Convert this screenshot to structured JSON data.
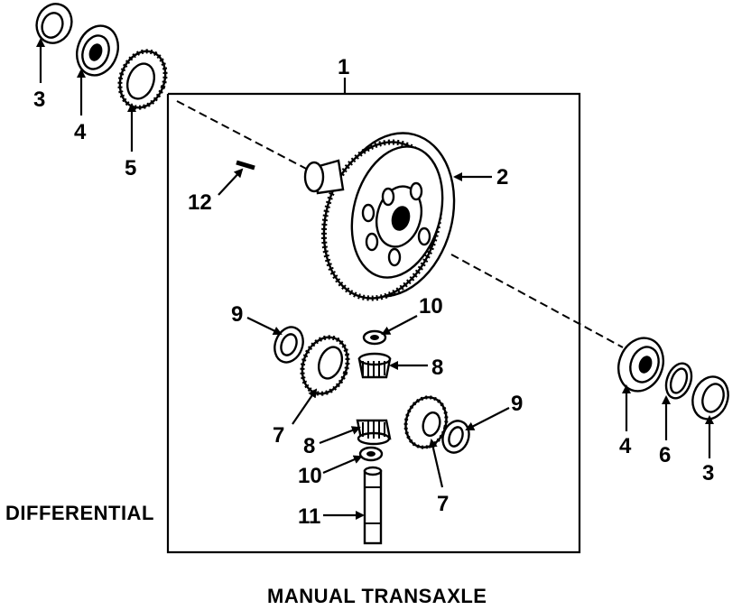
{
  "diagram": {
    "title": "DIFFERENTIAL",
    "caption": "MANUAL TRANSAXLE",
    "callouts": [
      {
        "id": "c1",
        "text": "1"
      },
      {
        "id": "c2",
        "text": "2"
      },
      {
        "id": "c3a",
        "text": "3"
      },
      {
        "id": "c4a",
        "text": "4"
      },
      {
        "id": "c5",
        "text": "5"
      },
      {
        "id": "c12",
        "text": "12"
      },
      {
        "id": "c9a",
        "text": "9"
      },
      {
        "id": "c10a",
        "text": "10"
      },
      {
        "id": "c8a",
        "text": "8"
      },
      {
        "id": "c7a",
        "text": "7"
      },
      {
        "id": "c9b",
        "text": "9"
      },
      {
        "id": "c8b",
        "text": "8"
      },
      {
        "id": "c10b",
        "text": "10"
      },
      {
        "id": "c7b",
        "text": "7"
      },
      {
        "id": "c11",
        "text": "11"
      },
      {
        "id": "c4b",
        "text": "4"
      },
      {
        "id": "c6",
        "text": "6"
      },
      {
        "id": "c3b",
        "text": "3"
      }
    ]
  }
}
